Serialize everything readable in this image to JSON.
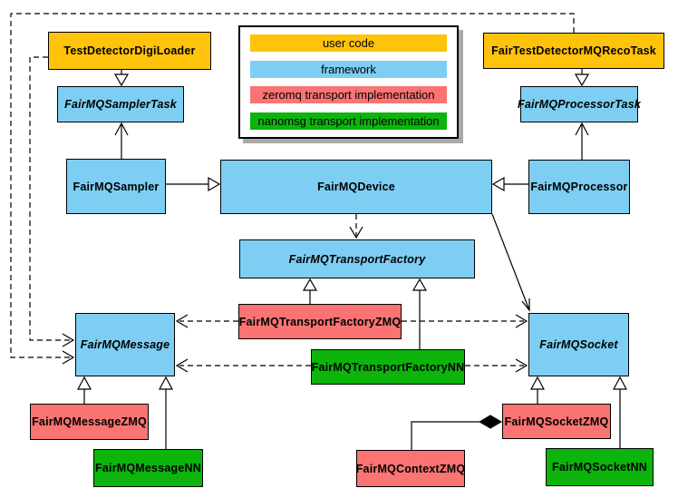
{
  "diagram_type": "UML class diagram (FairMQ architecture)",
  "nodes": {
    "digiLoader": {
      "label": "TestDetectorDigiLoader",
      "category": "user code",
      "abstract": false
    },
    "recoTask": {
      "label": "FairTestDetectorMQRecoTask",
      "category": "user code",
      "abstract": false
    },
    "samplerTask": {
      "label": "FairMQSamplerTask",
      "category": "framework",
      "abstract": true
    },
    "processorTask": {
      "label": "FairMQProcessorTask",
      "category": "framework",
      "abstract": true
    },
    "sampler": {
      "label": "FairMQSampler",
      "category": "framework",
      "abstract": false
    },
    "device": {
      "label": "FairMQDevice",
      "category": "framework",
      "abstract": false
    },
    "processor": {
      "label": "FairMQProcessor",
      "category": "framework",
      "abstract": false
    },
    "transportFactory": {
      "label": "FairMQTransportFactory",
      "category": "framework",
      "abstract": true
    },
    "transportFactoryZMQ": {
      "label": "FairMQTransportFactoryZMQ",
      "category": "zeromq transport implementation",
      "abstract": false
    },
    "transportFactoryNN": {
      "label": "FairMQTransportFactoryNN",
      "category": "nanomsg transport implementation",
      "abstract": false
    },
    "message": {
      "label": "FairMQMessage",
      "category": "framework",
      "abstract": true
    },
    "socket": {
      "label": "FairMQSocket",
      "category": "framework",
      "abstract": true
    },
    "messageZMQ": {
      "label": "FairMQMessageZMQ",
      "category": "zeromq transport implementation",
      "abstract": false
    },
    "messageNN": {
      "label": "FairMQMessageNN",
      "category": "nanomsg transport implementation",
      "abstract": false
    },
    "contextZMQ": {
      "label": "FairMQContextZMQ",
      "category": "zeromq transport implementation",
      "abstract": false
    },
    "socketZMQ": {
      "label": "FairMQSocketZMQ",
      "category": "zeromq transport implementation",
      "abstract": false
    },
    "socketNN": {
      "label": "FairMQSocketNN",
      "category": "nanomsg transport implementation",
      "abstract": false
    }
  },
  "legend": {
    "items": [
      {
        "label": "user code",
        "color": "#FFC30B"
      },
      {
        "label": "framework",
        "color": "#7DCEF2"
      },
      {
        "label": "zeromq transport implementation",
        "color": "#F97472"
      },
      {
        "label": "nanomsg transport implementation",
        "color": "#0CB40C"
      }
    ]
  },
  "relationships": [
    {
      "from": "TestDetectorDigiLoader",
      "to": "FairMQSamplerTask",
      "type": "inheritance"
    },
    {
      "from": "FairTestDetectorMQRecoTask",
      "to": "FairMQProcessorTask",
      "type": "inheritance"
    },
    {
      "from": "FairMQSampler",
      "to": "FairMQDevice",
      "type": "inheritance"
    },
    {
      "from": "FairMQProcessor",
      "to": "FairMQDevice",
      "type": "inheritance"
    },
    {
      "from": "FairMQTransportFactoryZMQ",
      "to": "FairMQTransportFactory",
      "type": "inheritance"
    },
    {
      "from": "FairMQTransportFactoryNN",
      "to": "FairMQTransportFactory",
      "type": "inheritance"
    },
    {
      "from": "FairMQMessageZMQ",
      "to": "FairMQMessage",
      "type": "inheritance"
    },
    {
      "from": "FairMQMessageNN",
      "to": "FairMQMessage",
      "type": "inheritance"
    },
    {
      "from": "FairMQSocketZMQ",
      "to": "FairMQSocket",
      "type": "inheritance"
    },
    {
      "from": "FairMQSocketNN",
      "to": "FairMQSocket",
      "type": "inheritance"
    },
    {
      "from": "FairMQSampler",
      "to": "FairMQSamplerTask",
      "type": "association"
    },
    {
      "from": "FairMQProcessor",
      "to": "FairMQProcessorTask",
      "type": "association"
    },
    {
      "from": "FairMQDevice",
      "to": "FairMQSocket",
      "type": "association"
    },
    {
      "from": "FairMQDevice",
      "to": "FairMQTransportFactory",
      "type": "dependency"
    },
    {
      "from": "FairMQTransportFactoryZMQ",
      "to": "FairMQMessage",
      "type": "dependency"
    },
    {
      "from": "FairMQTransportFactoryZMQ",
      "to": "FairMQSocket",
      "type": "dependency"
    },
    {
      "from": "FairMQTransportFactoryNN",
      "to": "FairMQMessage",
      "type": "dependency"
    },
    {
      "from": "FairMQTransportFactoryNN",
      "to": "FairMQSocket",
      "type": "dependency"
    },
    {
      "from": "TestDetectorDigiLoader",
      "to": "FairMQMessage",
      "type": "dependency"
    },
    {
      "from": "FairTestDetectorMQRecoTask",
      "to": "FairMQMessage",
      "type": "dependency"
    },
    {
      "from": "FairMQContextZMQ",
      "to": "FairMQSocketZMQ",
      "type": "composition"
    }
  ]
}
